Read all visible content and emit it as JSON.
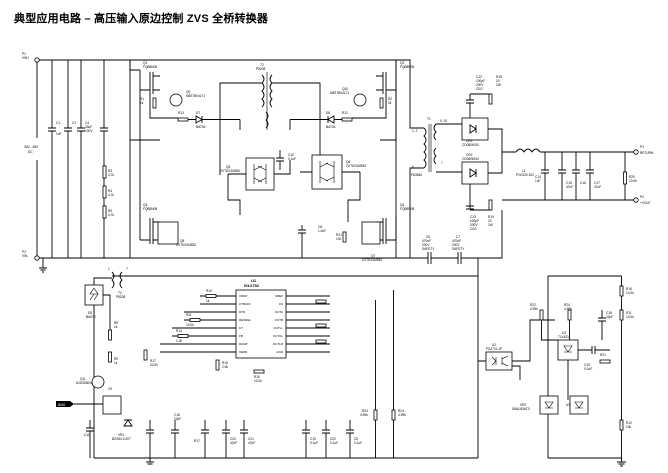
{
  "title": "典型应用电路 – 高压输入原边控制 ZVS 全桥转换器",
  "ports": {
    "p1": "P1",
    "p1_sub": "VIN+",
    "p2": "P2",
    "p2_sub": "VIN-",
    "vin_range": "36V - 48V",
    "vin_dc": "DC",
    "p3": "P3",
    "p3_sub": "RETURN",
    "p4": "P4",
    "p4_sub": "+VOUT",
    "bias": "BIAS"
  },
  "ic": {
    "ref": "U1",
    "part": "ISL6752",
    "left_pins": [
      "VDDP",
      "CTBUFF",
      "RTD",
      "RESDEL",
      "CT",
      "FB",
      "RAMP",
      "VERR"
    ],
    "right_pins": [
      "VREF",
      "CS",
      "OUTA",
      "OUTB",
      "OUTLL",
      "OUTUL",
      "OUTLR",
      "GND"
    ]
  },
  "transformer": {
    "t1": "T1",
    "t1_part": "PA3846",
    "t2": "T2",
    "t2_part": "P8208",
    "w_1_2": "1, 2",
    "w_9_10": "9, 10",
    "w_4": "4",
    "w_5": "5",
    "w_6": "6",
    "w_7": "7",
    "w_1": "1"
  },
  "mosfets": {
    "q1": "Q1",
    "q1_part": "FQB8N08",
    "q2": "Q2",
    "q2_part": "FQB8N08",
    "q3": "Q3",
    "q3_part": "FQB8N08",
    "q4": "Q4",
    "q4_part": "FQB8N08"
  },
  "drivers": {
    "q5": "Q5",
    "q5_part": "ZXTDS1M832",
    "q6": "Q6",
    "q6_part": "ZXTDS1M832",
    "q7": "Q7",
    "q7_part": "ZXTDS1M832",
    "q8": "Q8",
    "q8_part": "ZXTDS1M832"
  },
  "small_parts": {
    "q9": "Q9",
    "q9_part": "MBT3904LT1",
    "q10": "Q10",
    "q10_part": "MBT3904LT1",
    "q11": "Q11",
    "q11_part": "NJD35N04"
  },
  "rect": {
    "cr1": "CR1",
    "cr1_part": "CD0806010",
    "cr2": "CR2",
    "cr2_part": "CD0806010",
    "d5": "D5",
    "d5_part": "BAV70",
    "d7": "D7",
    "d7_part": "BAT54",
    "d8": "D8",
    "d8_part": "BAT54"
  },
  "opto": {
    "ref": "U2",
    "part": "PS2701-1P",
    "ref2": "U3",
    "part2": "TLV431"
  },
  "ref_parts": {
    "vr1": "VR1",
    "vr1_part": "BZX84-C4V7",
    "vr2": "VR2",
    "vr2_part": "SMAJ43AT3"
  },
  "output": {
    "l1": "L1",
    "l1_part": "PG0120.102",
    "c14": "C14",
    "c14_v": "1uF",
    "c15": "C15",
    "c15_v": "47uF",
    "c16": "C16",
    "c16_v": "47uF",
    "c17": "C17",
    "c17_v": "47uF",
    "r20": "R20",
    "r20_v": "10.0k"
  },
  "snubbers": {
    "c12": "C12",
    "c12_v": "100pF",
    "c12_volt": "200V",
    "c12_type": "C0G",
    "c13": "C13",
    "c13_v": "100pF",
    "c13_volt": "200V",
    "c13_type": "C0G",
    "r18": "R18",
    "r18_v": "10",
    "r18_p": "1W",
    "r19": "R19",
    "r19_v": "10",
    "r19_p": "1W"
  },
  "input_caps": {
    "c1": "C1",
    "c1_v": "1uF",
    "c1_volt": "100V",
    "c2": "C2",
    "c2_v": "1uF",
    "c2_volt": "100V",
    "c3": "C3",
    "c3_v": "1uF",
    "c3_volt": "100V",
    "c4": "C4",
    "c4_v": "33uF",
    "c4_volt": "100V"
  },
  "bridge_resistors": {
    "r1": "R1",
    "r1_v": "1k",
    "r2": "R2",
    "r2_v": "2k",
    "r3": "R3",
    "r3_v": "4.7k",
    "r4": "R4",
    "r4_v": "4.7k",
    "r5": "R5",
    "r5_v": "4.7k"
  },
  "block_caps": {
    "c5": "C5",
    "c5_v": "0.1uF",
    "c6": "C6",
    "c6_v": "470nF",
    "c6_volt": "200V",
    "c6_type": "SAFETY",
    "c7": "C7",
    "c7_v": "470nF",
    "c7_volt": "200V",
    "c7_type": "SAFETY",
    "c8": "C8",
    "c8_v": "1.0uF"
  },
  "ctrl_parts": {
    "r7": "R7",
    "r7_v": "2k",
    "r8": "R8",
    "r8_v": "1k",
    "r9": "R9",
    "r9_v": "1k",
    "r10": "R10",
    "r10_v": "1k",
    "r11": "R11",
    "r11_v": "10.0k",
    "r12": "R12",
    "r12_v": "10k",
    "r13": "R13",
    "r13_v": "100k",
    "r14": "R14",
    "r14_v": "1.0k",
    "r15": "R15",
    "r15_v": "2.0k",
    "r16": "R16",
    "r16_v": "10.0k",
    "r17": "R17",
    "r17_v": "20.0k",
    "r21": "R21",
    "r21_v": "100",
    "r22": "R22",
    "r22_v": "4.99k",
    "r23": "R23",
    "r23_v": "4.99k",
    "r24": "R24",
    "r24_v": "4.99k",
    "c9": "C9",
    "c9_v": "0.1uF",
    "c10": "C10",
    "c10_v": "0.1uF",
    "c11": "C11",
    "c11_v": "0.1uF",
    "c18": "C18",
    "c18_v": "22pF",
    "c19": "C19",
    "c19_v": "0.1uF",
    "c20": "C20",
    "c20_v": "47pF",
    "c21": "C21",
    "c21_v": "47pF",
    "c22": "C22",
    "c22_v": "0.1uF"
  }
}
